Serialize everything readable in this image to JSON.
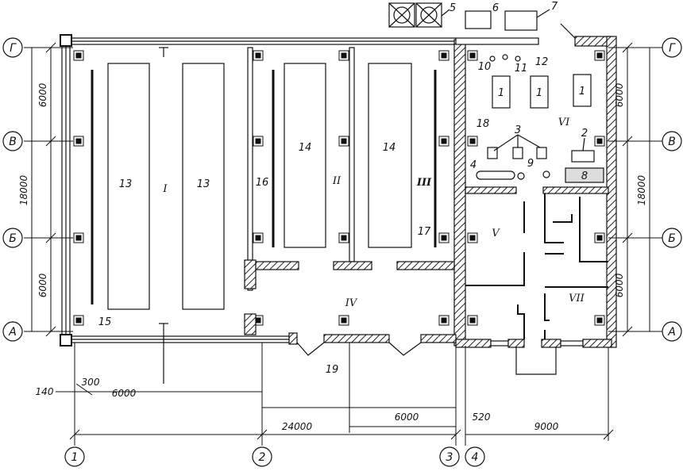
{
  "axes": {
    "columns": [
      "1",
      "2",
      "3",
      "4"
    ],
    "rows": [
      "Г",
      "В",
      "Б",
      "А"
    ]
  },
  "dimensions": {
    "bay_top_left": "6000",
    "span_left": "18000",
    "bay_bottom_left": "6000",
    "bay_top_right": "6000",
    "span_right": "18000",
    "bay_bottom_right": "6000",
    "offset_140": "140",
    "offset_300": "300",
    "bay_6000_bottom": "6000",
    "length_24000": "24000",
    "gate_6000": "6000",
    "joint_520": "520",
    "length_9000": "9000"
  },
  "rooms": {
    "I": "I",
    "II": "II",
    "III": "III",
    "IV": "IV",
    "V": "V",
    "VI": "VI",
    "VII": "VII"
  },
  "items": {
    "n1a": "1",
    "n1b": "1",
    "n1c": "1",
    "n2": "2",
    "n3": "3",
    "n4": "4",
    "n5": "5",
    "n6": "6",
    "n7": "7",
    "n8": "8",
    "n9": "9",
    "n10": "10",
    "n11": "11",
    "n12": "12",
    "n13a": "13",
    "n13b": "13",
    "n14a": "14",
    "n14b": "14",
    "n15": "15",
    "n16": "16",
    "n17": "17",
    "n18": "18",
    "n19": "19"
  }
}
